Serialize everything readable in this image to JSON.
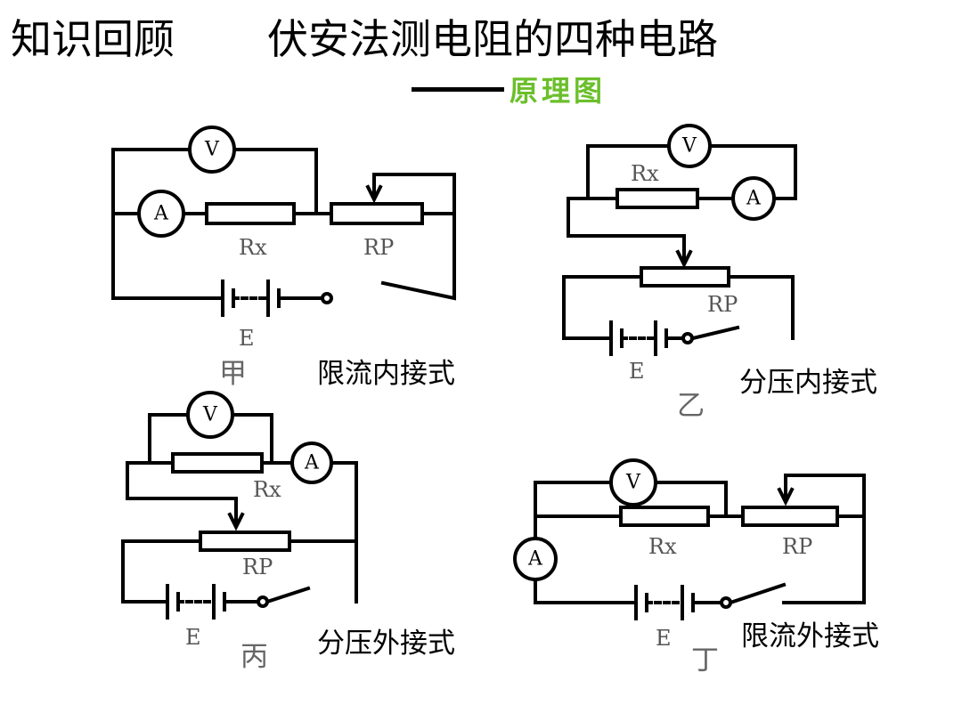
{
  "header": {
    "label": "知识回顾",
    "title": "伏安法测电阻的四种电路",
    "subtitle": "原理图"
  },
  "colors": {
    "subtitle": "#6bbf2a",
    "wire": "#000000"
  },
  "symbols": {
    "voltmeter": "V",
    "ammeter": "A",
    "rx": "Rx",
    "rp": "RP",
    "source": "E"
  },
  "circuits": [
    {
      "figure": "甲",
      "caption": "限流内接式"
    },
    {
      "figure": "乙",
      "caption": "分压内接式"
    },
    {
      "figure": "丙",
      "caption": "分压外接式"
    },
    {
      "figure": "丁",
      "caption": "限流外接式"
    }
  ]
}
